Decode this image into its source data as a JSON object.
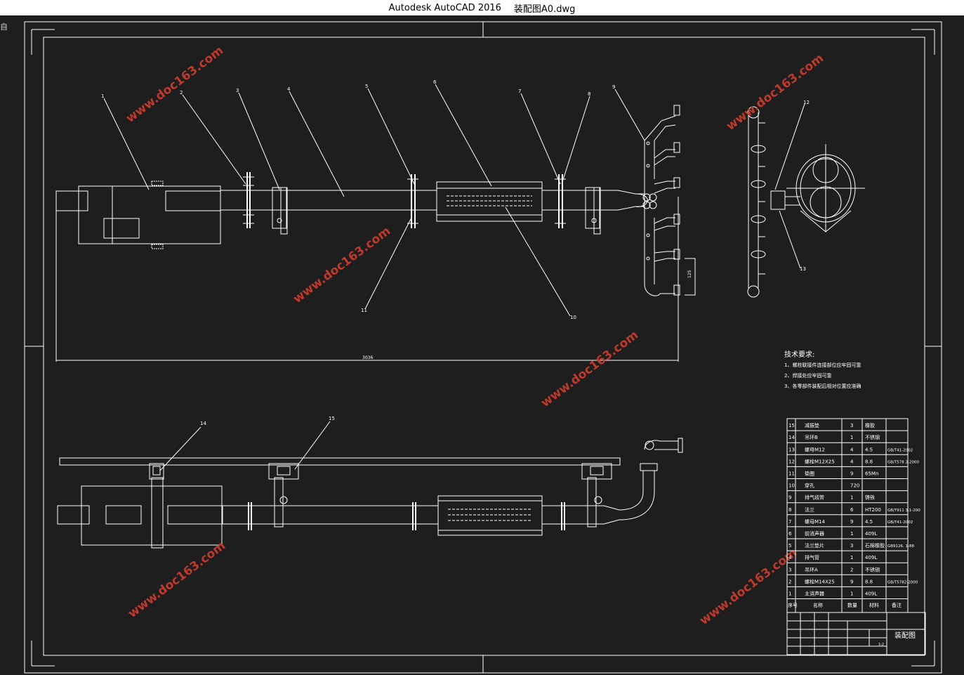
{
  "window": {
    "app_name": "Autodesk AutoCAD 2016",
    "file_name": "装配图A0.dwg",
    "side_glyph": "自"
  },
  "watermark": "www.doc163.com",
  "colors": {
    "background": "#1e1e1e",
    "line": "#ffffff",
    "watermark": "#c0392b"
  },
  "drawing": {
    "part_callouts": [
      "1",
      "2",
      "3",
      "4",
      "5",
      "6",
      "7",
      "8",
      "9",
      "10",
      "11",
      "12",
      "13",
      "14",
      "15"
    ],
    "dimension_overall": "3036",
    "dimension_small": "125"
  },
  "requirements": {
    "title": "技术要求:",
    "items": [
      "1、螺栓联接件连接部位应牢固可靠",
      "2、焊接处应牢固可靠",
      "3、各零部件装配后相对位置应准确"
    ]
  },
  "bom": {
    "rows": [
      {
        "no": "15",
        "name": "减振垫",
        "qty": "3",
        "material": "橡胶",
        "note": ""
      },
      {
        "no": "14",
        "name": "吊环B",
        "qty": "1",
        "material": "不锈钢",
        "note": ""
      },
      {
        "no": "13",
        "name": "螺母M12",
        "qty": "4",
        "material": "4.5",
        "note": "GB/T41-2002"
      },
      {
        "no": "12",
        "name": "螺栓M12X25",
        "qty": "4",
        "material": "8.8",
        "note": "GB/T578 2-2000"
      },
      {
        "no": "11",
        "name": "垫圈",
        "qty": "9",
        "material": "65Mn",
        "note": ""
      },
      {
        "no": "10",
        "name": "穿孔",
        "qty": "720",
        "material": "",
        "note": ""
      },
      {
        "no": "9",
        "name": "排气歧管",
        "qty": "1",
        "material": "铸铁",
        "note": ""
      },
      {
        "no": "8",
        "name": "法兰",
        "qty": "6",
        "material": "HT200",
        "note": "GB/T911 3.1-200"
      },
      {
        "no": "7",
        "name": "螺母M14",
        "qty": "9",
        "material": "4.5",
        "note": "GB/T41-2002"
      },
      {
        "no": "6",
        "name": "前消声器",
        "qty": "1",
        "material": "409L",
        "note": ""
      },
      {
        "no": "5",
        "name": "法兰垫片",
        "qty": "3",
        "material": "石棉橡胶",
        "note": "GB9126. 1-88"
      },
      {
        "no": "4",
        "name": "排气管",
        "qty": "1",
        "material": "409L",
        "note": ""
      },
      {
        "no": "3",
        "name": "吊环A",
        "qty": "2",
        "material": "不锈钢",
        "note": ""
      },
      {
        "no": "2",
        "name": "螺栓M14X25",
        "qty": "9",
        "material": "8.8",
        "note": "GB/T5782-2000"
      },
      {
        "no": "1",
        "name": "主消声器",
        "qty": "1",
        "material": "409L",
        "note": ""
      }
    ],
    "header": {
      "no": "序号",
      "name": "名称",
      "qty": "数量",
      "material": "材料",
      "note": "备注"
    }
  },
  "title_block": {
    "drawing_name": "装配图",
    "scale": "1:2"
  }
}
